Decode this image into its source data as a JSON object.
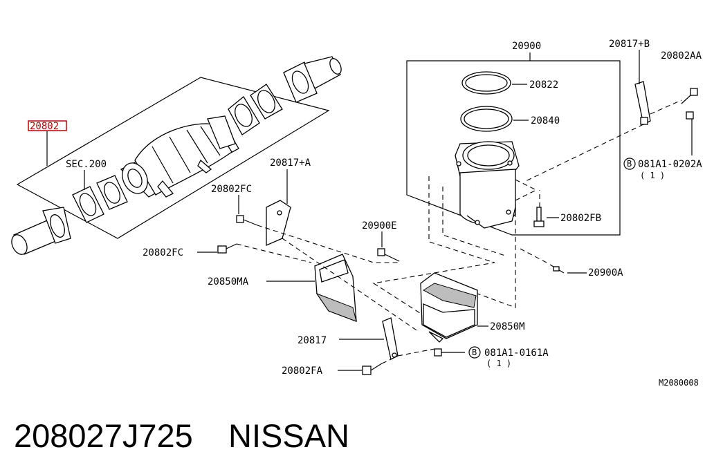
{
  "callouts": {
    "catalyst_highlight": "20802",
    "sec200": "SEC.200",
    "p20900": "20900",
    "p20822": "20822",
    "p20840": "20840",
    "p20817B": "20817+B",
    "p20802AA": "20802AA",
    "b_bolt_top_symbol": "B",
    "b_bolt_top": "081A1-0202A",
    "b_bolt_top_qty": "( 1 )",
    "p20817A": "20817+A",
    "p20802FC_1": "20802FC",
    "p20802FC_2": "20802FC",
    "p20802FB": "20802FB",
    "p20900E": "20900E",
    "p20900A": "20900A",
    "p20850MA": "20850MA",
    "p20850M": "20850M",
    "p20817": "20817",
    "p20802FA": "20802FA",
    "b_bolt_bottom_symbol": "B",
    "b_bolt_bottom": "081A1-0161A",
    "b_bolt_bottom_qty": "( 1 )",
    "diagram_code": "M2080008"
  },
  "part_number": "208027J725",
  "brand": "NISSAN",
  "colors": {
    "highlight": "#c00000",
    "ink": "#000000",
    "shade": "#bdbdbd"
  }
}
